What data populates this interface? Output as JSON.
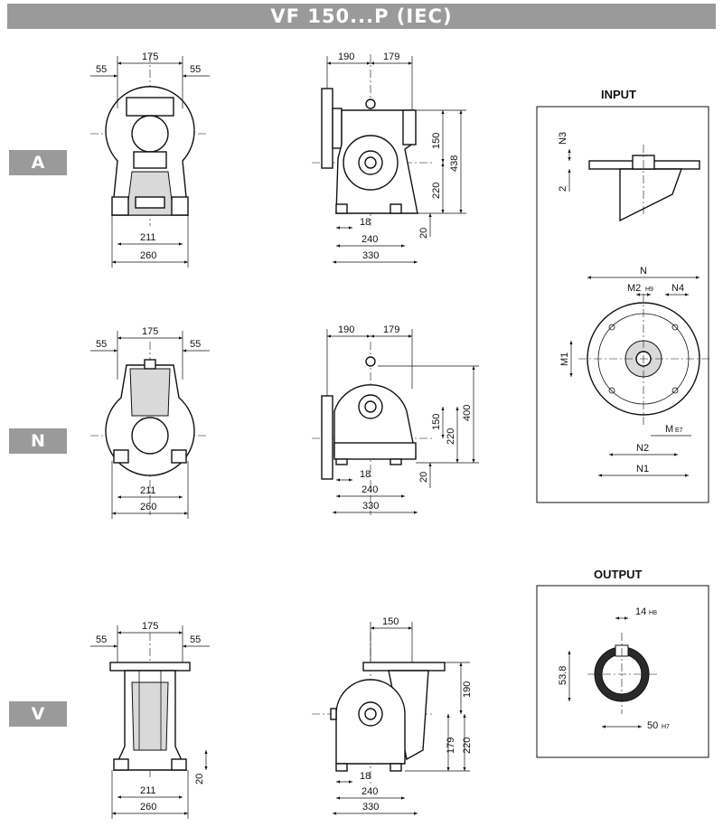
{
  "title": "VF 150...P (IEC)",
  "variants": {
    "a": "A",
    "n": "N",
    "v": "V"
  },
  "panels": {
    "input": "INPUT",
    "output": "OUTPUT"
  },
  "dims": {
    "a_55l": "55",
    "a_175": "175",
    "a_55r": "55",
    "a_211": "211",
    "a_260": "260",
    "a_190": "190",
    "a_179": "179",
    "a_150": "150",
    "a_438": "438",
    "a_220": "220",
    "a_18": "18",
    "a_240": "240",
    "a_330": "330",
    "a_20": "20",
    "n_55l": "55",
    "n_175": "175",
    "n_55r": "55",
    "n_211": "211",
    "n_260": "260",
    "n_190": "190",
    "n_179": "179",
    "n_150": "150",
    "n_220": "220",
    "n_400": "400",
    "n_18": "18",
    "n_240": "240",
    "n_330": "330",
    "n_20": "20",
    "v_55l": "55",
    "v_175": "175",
    "v_55r": "55",
    "v_211": "211",
    "v_260": "260",
    "v_20": "20",
    "v_150": "150",
    "v_190": "190",
    "v_179": "179",
    "v_220": "220",
    "v_18": "18",
    "v_240": "240",
    "v_330": "330"
  },
  "input_labels": {
    "n3": "N3",
    "two": "2",
    "n": "N",
    "m2": "M2",
    "m2_tol": "H9",
    "n4": "N4",
    "m1": "M1",
    "m": "M",
    "m_tol": "E7",
    "n2": "N2",
    "n1": "N1"
  },
  "output_labels": {
    "key": "14",
    "key_tol": "H8",
    "height": "53.8",
    "bore": "50",
    "bore_tol": "H7"
  }
}
